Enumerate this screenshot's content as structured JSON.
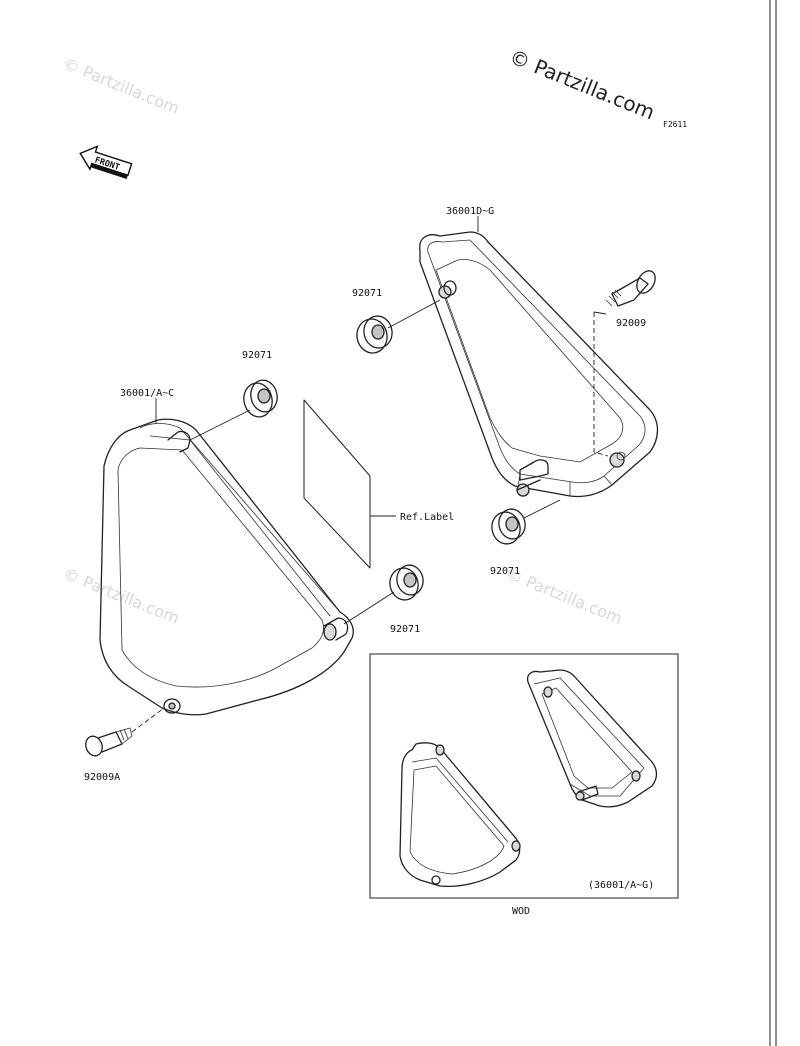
{
  "watermark": {
    "main": "© Partzilla.com",
    "faint": "© Partzilla.com"
  },
  "figure_code": "F2611",
  "front_badge": "FRONT",
  "labels": {
    "cover_rh": "36001D~G",
    "grommet_upper_rh": "92071",
    "bolt_rh": "92009",
    "grommet_lower_rh": "92071",
    "cover_lh": "36001/A~C",
    "grommet_upper_lh": "92071",
    "ref_label": "Ref.Label",
    "grommet_lower_lh": "92071",
    "bolt_lh": "92009A"
  },
  "inset": {
    "label": "(36001/A~G)",
    "caption": "WOD"
  },
  "colors": {
    "line": "#222222",
    "shade": "#d9d9d9",
    "watermark": "#d8d8d8"
  }
}
